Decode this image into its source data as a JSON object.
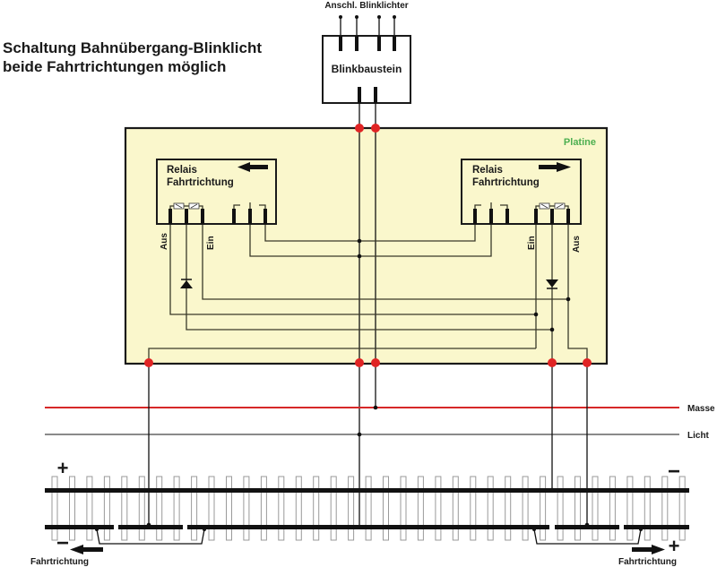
{
  "title": {
    "line1": "Schaltung Bahnübergang-Blinklicht",
    "line2": "beide Fahrtrichtungen möglich"
  },
  "blink_module": {
    "top_label": "Anschl. Blinklichter",
    "label": "Blinkbaustein"
  },
  "board": {
    "label": "Platine",
    "label_color": "#4caf50",
    "fill_color": "#faf7cc",
    "connector_color": "#e02424"
  },
  "relay_left": {
    "line1": "Relais",
    "line2": "Fahrtrichtung",
    "arrow": "arrow-left-icon",
    "pin_label_off": "Aus",
    "pin_label_on": "Ein"
  },
  "relay_right": {
    "line1": "Relais",
    "line2": "Fahrtrichtung",
    "arrow": "arrow-right-icon",
    "pin_label_on": "Ein",
    "pin_label_off": "Aus"
  },
  "buses": {
    "ground_label": "Masse",
    "ground_color": "#d62828",
    "light_label": "Licht",
    "light_color": "#8a8a8a"
  },
  "track": {
    "left_top_polarity": "+",
    "left_bottom_polarity": "−",
    "right_top_polarity": "−",
    "right_bottom_polarity": "+",
    "left_direction_label": "Fahrtrichtung",
    "right_direction_label": "Fahrtrichtung"
  }
}
